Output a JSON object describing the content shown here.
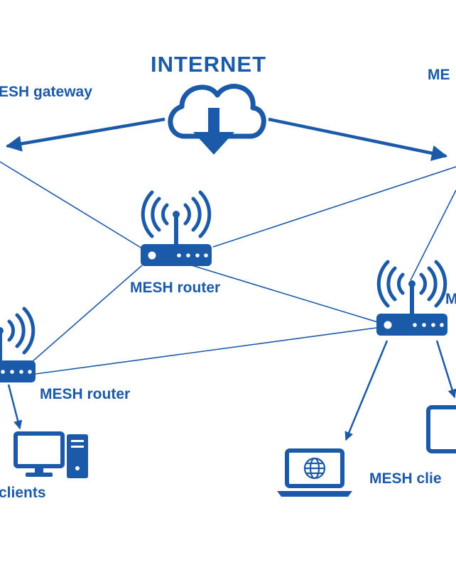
{
  "title": "INTERNET",
  "labels": {
    "gateway_left": "ESH gateway",
    "gateway_right": "ME",
    "router_center": "MESH router",
    "router_left": "MESH router",
    "router_right": "M",
    "clients_left": "clients",
    "clients_right": "MESH clie"
  },
  "colors": {
    "primary": "#1a5aa8",
    "background": "#ffffff"
  },
  "icons": [
    "cloud-download-icon",
    "router-icon",
    "desktop-computer-icon",
    "laptop-globe-icon",
    "monitor-icon"
  ]
}
